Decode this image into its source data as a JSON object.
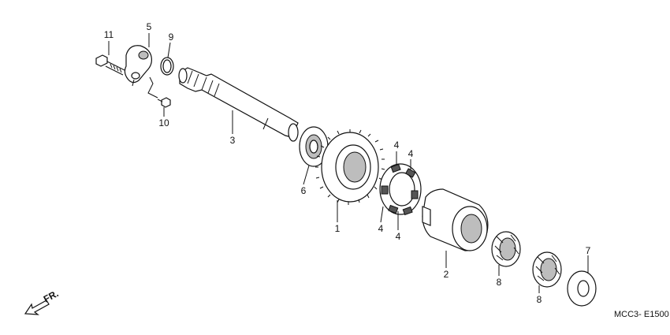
{
  "callouts": {
    "c11": "11",
    "c5": "5",
    "c9": "9",
    "c10": "10",
    "c3": "3",
    "c6": "6",
    "c1": "1",
    "c4a": "4",
    "c4b": "4",
    "c4c": "4",
    "c4d": "4",
    "c2": "2",
    "c8a": "8",
    "c8b": "8",
    "c7": "7"
  },
  "direction_label": "FR.",
  "diagram_code": "MCC3- E1500"
}
